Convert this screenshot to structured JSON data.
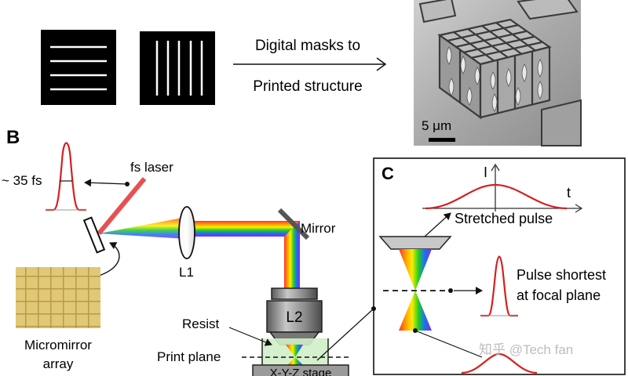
{
  "panel_a": {
    "arrow_text_line1": "Digital masks to",
    "arrow_text_line2": "Printed structure",
    "scale_bar": "5 μm"
  },
  "panel_b": {
    "label": "B",
    "pulse_width": "~ 35 fs",
    "laser": "fs laser",
    "lens1": "L1",
    "mirror": "Mirror",
    "lens2": "L2",
    "resist": "Resist",
    "print_plane": "Print plane",
    "stage": "X-Y-Z stage",
    "dmd_line1": "Micromirror",
    "dmd_line2": "array"
  },
  "panel_c": {
    "label": "C",
    "intensity_axis": "I",
    "time_axis": "t",
    "stretched": "Stretched pulse",
    "shortest_line1": "Pulse shortest",
    "shortest_line2": "at focal plane"
  },
  "watermark": "知乎 @Tech fan"
}
